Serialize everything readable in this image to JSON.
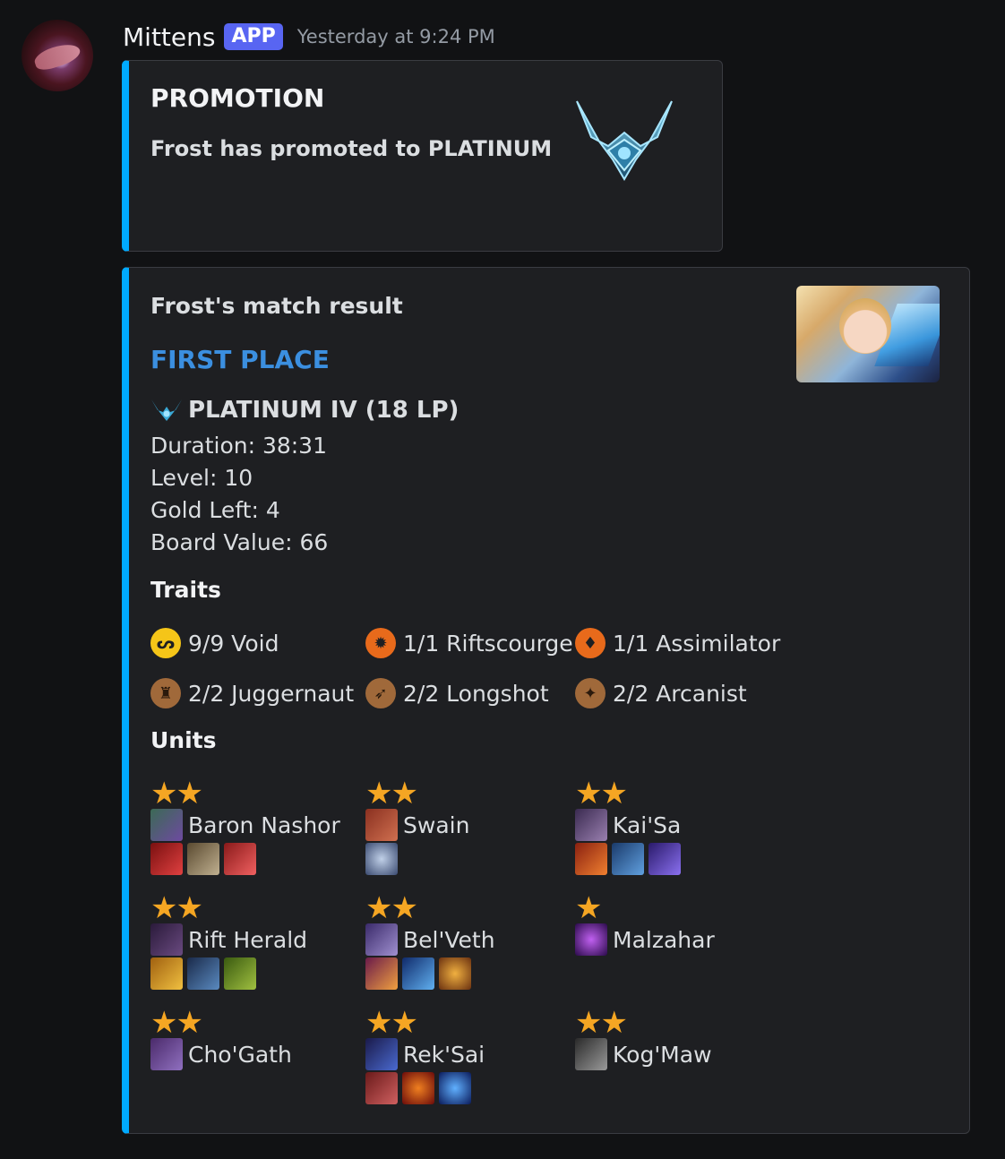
{
  "message": {
    "username": "Mittens",
    "badge": "APP",
    "timestamp": "Yesterday at 9:24 PM"
  },
  "promotion_embed": {
    "title": "PROMOTION",
    "text": "Frost has promoted to PLATINUM",
    "accent_color": "#00aaff"
  },
  "match_embed": {
    "title": "Frost's match result",
    "placement": "FIRST PLACE",
    "rank": "PLATINUM IV (18 LP)",
    "duration": "Duration: 38:31",
    "level": "Level: 10",
    "gold_left": "Gold Left: 4",
    "board_value": "Board Value: 66",
    "traits_heading": "Traits",
    "traits": [
      {
        "label": "9/9 Void",
        "tier": "gold",
        "icon": "void-icon"
      },
      {
        "label": "1/1 Riftscourge",
        "tier": "orange",
        "icon": "riftscourge-icon"
      },
      {
        "label": "1/1 Assimilator",
        "tier": "orange",
        "icon": "assimilator-icon"
      },
      {
        "label": "2/2 Juggernaut",
        "tier": "bronze",
        "icon": "juggernaut-icon"
      },
      {
        "label": "2/2 Longshot",
        "tier": "bronze",
        "icon": "longshot-icon"
      },
      {
        "label": "2/2 Arcanist",
        "tier": "bronze",
        "icon": "arcanist-icon"
      }
    ],
    "units_heading": "Units",
    "units": [
      {
        "name": "Baron Nashor",
        "stars": "★★",
        "items": 3
      },
      {
        "name": "Swain",
        "stars": "★★",
        "items": 1
      },
      {
        "name": "Kai'Sa",
        "stars": "★★",
        "items": 3
      },
      {
        "name": "Rift Herald",
        "stars": "★★",
        "items": 3
      },
      {
        "name": "Bel'Veth",
        "stars": "★★",
        "items": 3
      },
      {
        "name": "Malzahar",
        "stars": "★",
        "items": 0
      },
      {
        "name": "Cho'Gath",
        "stars": "★★",
        "items": 0
      },
      {
        "name": "Rek'Sai",
        "stars": "★★",
        "items": 3
      },
      {
        "name": "Kog'Maw",
        "stars": "★★",
        "items": 0
      }
    ]
  }
}
